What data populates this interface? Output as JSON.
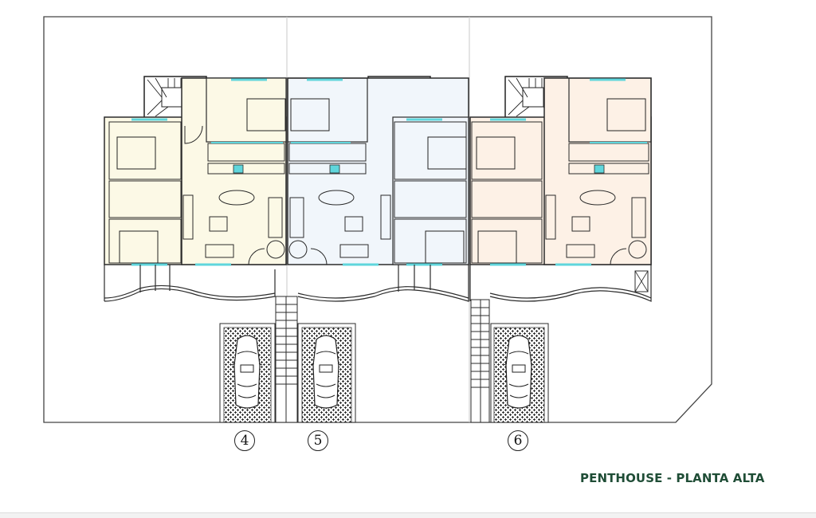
{
  "drawing": {
    "title": "PENTHOUSE - PLANTA ALTA",
    "title_color": "#1f4d36",
    "units": [
      {
        "number": "4",
        "fill": "#fcf9e6"
      },
      {
        "number": "5",
        "fill": "#f1f6fb"
      },
      {
        "number": "6",
        "fill": "#fdf1e6"
      }
    ],
    "colors": {
      "wall": "#2b2b2b",
      "window": "#5fd6dc",
      "paving": "#3a3a3a",
      "background": "#ffffff"
    }
  }
}
